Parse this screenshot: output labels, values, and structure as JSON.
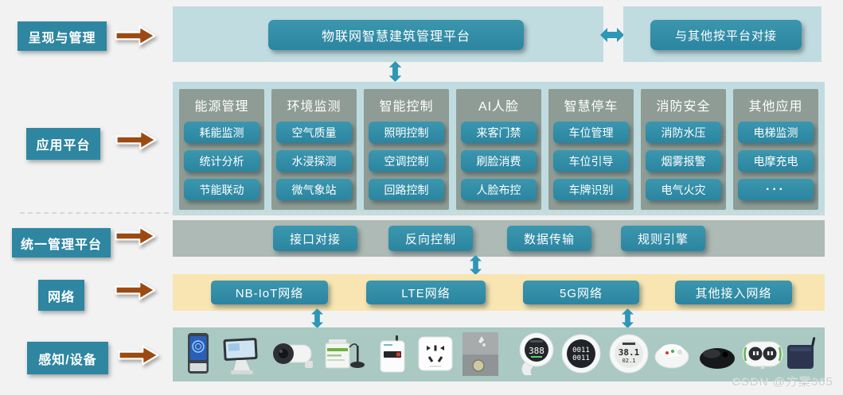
{
  "side_labels": [
    {
      "id": "presentation",
      "text": "呈现与管理"
    },
    {
      "id": "application",
      "text": "应用平台"
    },
    {
      "id": "unified",
      "text": "统一管理平台"
    },
    {
      "id": "network",
      "text": "网络"
    },
    {
      "id": "devices",
      "text": "感知/设备"
    }
  ],
  "presentation": {
    "main_button": "物联网智慧建筑管理平台",
    "link_button": "与其他按平台对接"
  },
  "app": {
    "columns": [
      {
        "title": "能源管理",
        "items": [
          "耗能监测",
          "统计分析",
          "节能联动"
        ]
      },
      {
        "title": "环境监测",
        "items": [
          "空气质量",
          "水浸探测",
          "微气象站"
        ]
      },
      {
        "title": "智能控制",
        "items": [
          "照明控制",
          "空调控制",
          "回路控制"
        ]
      },
      {
        "title": "AI人脸",
        "items": [
          "来客门禁",
          "刷脸消费",
          "人脸布控"
        ]
      },
      {
        "title": "智慧停车",
        "items": [
          "车位管理",
          "车位引导",
          "车牌识别"
        ]
      },
      {
        "title": "消防安全",
        "items": [
          "消防水压",
          "烟雾报警",
          "电气火灾"
        ]
      },
      {
        "title": "其他应用",
        "items": [
          "电梯监测",
          "电摩充电",
          "···"
        ]
      }
    ]
  },
  "unified": {
    "buttons": [
      "接口对接",
      "反向控制",
      "数据传输",
      "规则引擎"
    ]
  },
  "network": {
    "buttons": [
      "NB-IoT网络",
      "LTE网络",
      "5G网络",
      "其他接入网络"
    ]
  },
  "devices": [
    {
      "name": "face-recognition-terminal"
    },
    {
      "name": "pos-terminal"
    },
    {
      "name": "bullet-camera"
    },
    {
      "name": "power-meter-with-antenna"
    },
    {
      "name": "gateway-box"
    },
    {
      "name": "wall-socket"
    },
    {
      "name": "water-leak-floor-photo"
    },
    {
      "name": "air-quality-monitor",
      "display": "388"
    },
    {
      "name": "round-lcd-sensor",
      "display": "0011",
      "sub": "0011"
    },
    {
      "name": "temp-humidity-sensor",
      "display": "38.1",
      "sub": "02.1"
    },
    {
      "name": "smoke-detector"
    },
    {
      "name": "dome-sensor"
    },
    {
      "name": "charging-station"
    },
    {
      "name": "iot-gateway"
    }
  ],
  "watermark": "CSDN @方案365",
  "colors": {
    "teal_button": "#2e89a5",
    "teal_label": "#2e86a1",
    "panel_light_blue": "#c1dce0",
    "panel_gray_green": "#adbab5",
    "panel_cream": "#f8e5b2",
    "panel_sage": "#a9c9c2",
    "column_gray": "#8e9c95",
    "arrow_brown": "#9c4a12",
    "arrow_teal": "#2d97b5",
    "page_background": "#f2f2f2"
  }
}
